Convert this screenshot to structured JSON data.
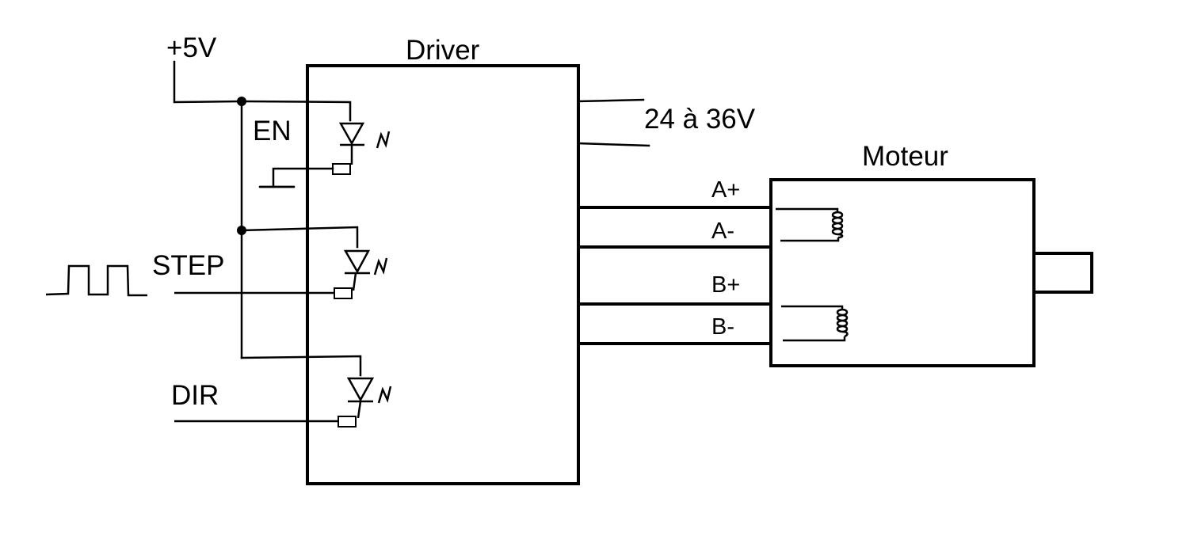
{
  "labels": {
    "supply_5v": "+5V",
    "driver": "Driver",
    "power": "24 à 36V",
    "motor": "Moteur",
    "en": "EN",
    "step": "STEP",
    "dir": "DIR",
    "a_plus": "A+",
    "a_minus": "A-",
    "b_plus": "B+",
    "b_minus": "B-"
  }
}
